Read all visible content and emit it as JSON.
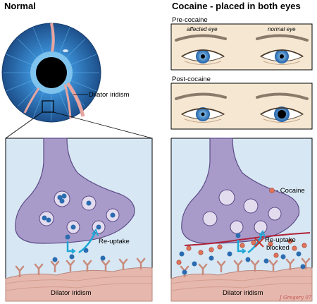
{
  "titles": {
    "normal": "Normal",
    "cocaine": "Cocaine - placed in both eyes"
  },
  "labels": {
    "pre_cocaine": "Pre-cocaine",
    "post_cocaine": "Post-cocaine",
    "affected_eye": "affected eye",
    "normal_eye": "normal eye",
    "dilator_iridism_callout": "Dilator iridism",
    "reuptake": "Re-uptake",
    "reuptake_blocked_line1": "Re-uptake",
    "reuptake_blocked_line2": "blocked",
    "cocaine_legend": "- Cocaine",
    "dilator_iridism_left": "Dilator iridism",
    "dilator_iridism_right": "Dilator iridism",
    "signature": "J Gregory 07"
  },
  "colors": {
    "panel_bg": "#d7e7f4",
    "neuron": "#a99bc9",
    "neuron_stroke": "#5a4a86",
    "muscle": "#e6b8ad",
    "receptor": "#c98a7a",
    "transmitter": "#2b6cb0",
    "cocaine": "#e0745a",
    "arrow": "#1ea7d6",
    "iris": "#2f7fc4",
    "skin": "#f5e7d2"
  }
}
